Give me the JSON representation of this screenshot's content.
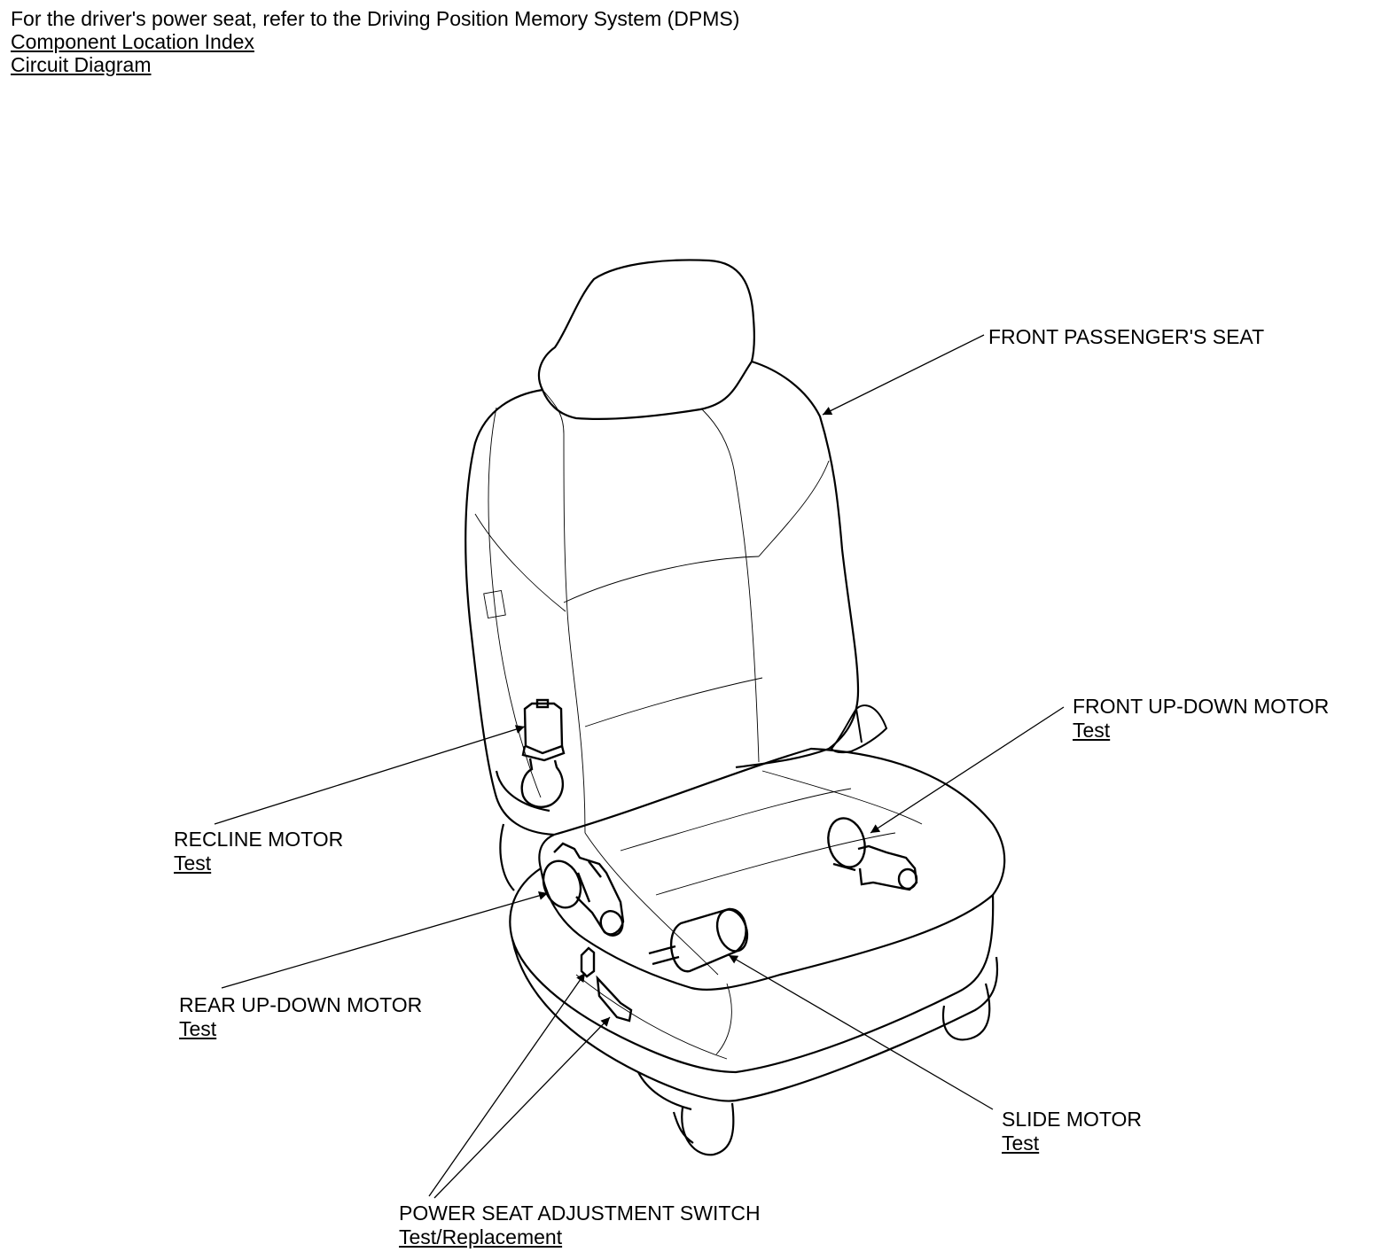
{
  "header": {
    "note": "For the driver's power seat, refer to the Driving Position Memory System (DPMS)",
    "links": [
      "Component Location Index",
      "Circuit Diagram"
    ]
  },
  "callouts": {
    "front_passenger_seat": {
      "title": "FRONT PASSENGER'S SEAT"
    },
    "front_updown_motor": {
      "title": "FRONT UP-DOWN MOTOR",
      "link": "Test"
    },
    "recline_motor": {
      "title": "RECLINE MOTOR",
      "link": "Test"
    },
    "rear_updown_motor": {
      "title": "REAR UP-DOWN MOTOR",
      "link": "Test"
    },
    "slide_motor": {
      "title": "SLIDE MOTOR",
      "link": "Test"
    },
    "power_seat_switch": {
      "title": "POWER SEAT ADJUSTMENT SWITCH",
      "link": "Test/Replacement"
    }
  }
}
